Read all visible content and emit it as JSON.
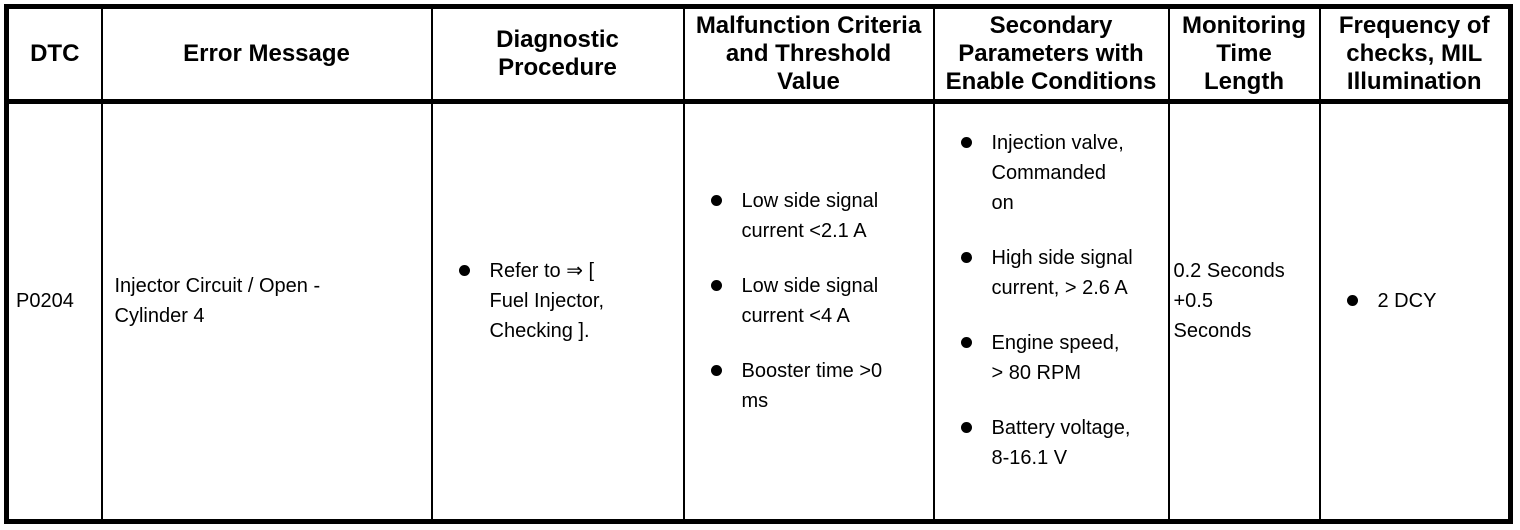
{
  "page": {
    "background_color": "#ffffff",
    "text_color": "#000000",
    "border_color": "#000000"
  },
  "table": {
    "columns": [
      "DTC",
      "Error Message",
      "Diagnostic\nProcedure",
      "Malfunction Criteria\nand Threshold\nValue",
      "Secondary\nParameters with\nEnable Conditions",
      "Monitoring\nTime\nLength",
      "Frequency of\nchecks, MIL\nIllumination"
    ],
    "row": {
      "dtc": "P0204",
      "error_message": "Injector Circuit / Open -\nCylinder 4",
      "diagnostic_procedure": [
        "Refer to ⇒ [\nFuel Injector,\nChecking ]."
      ],
      "malfunction_criteria": [
        "Low side signal\ncurrent <2.1 A",
        "Low side signal\ncurrent <4 A",
        "Booster time >0\nms"
      ],
      "secondary_parameters": [
        "Injection valve,\nCommanded\non",
        "High side signal\ncurrent, > 2.6 A",
        "Engine speed,\n> 80 RPM",
        "Battery voltage,\n8-16.1 V"
      ],
      "monitoring_time_length": "0.2 Seconds\n+0.5\nSeconds",
      "frequency_of_checks": [
        "2 DCY"
      ]
    }
  }
}
